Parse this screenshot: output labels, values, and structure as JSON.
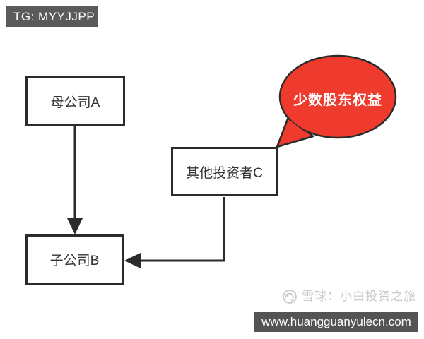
{
  "badge": {
    "label": "TG: MYYJJPP"
  },
  "diagram": {
    "nodes": [
      {
        "id": "A",
        "label": "母公司A",
        "role": "parent-company"
      },
      {
        "id": "C",
        "label": "其他投资者C",
        "role": "other-investors"
      },
      {
        "id": "B",
        "label": "子公司B",
        "role": "subsidiary"
      }
    ],
    "edges": [
      {
        "from": "母公司A",
        "to": "子公司B",
        "shape": "straight-down-arrow"
      },
      {
        "from": "其他投资者C",
        "to": "子公司B",
        "shape": "elbow-left-arrow"
      }
    ],
    "callout": {
      "label": "少数股东权益",
      "points_to": "其他投资者C",
      "fill": "#ee3b2e"
    }
  },
  "watermark": {
    "logo_icon": "xueqiu-snowball-icon",
    "brand": "雪球：小白投资之旅"
  },
  "footer": {
    "url": "www.huangguanyulecn.com"
  },
  "colors": {
    "line": "#2b2b2b",
    "badge_bg": "#5a5a5c",
    "footer_bg": "#545456",
    "callout_red": "#ee3b2e",
    "watermark_gray": "#c9c9c9",
    "background": "#ffffff"
  }
}
